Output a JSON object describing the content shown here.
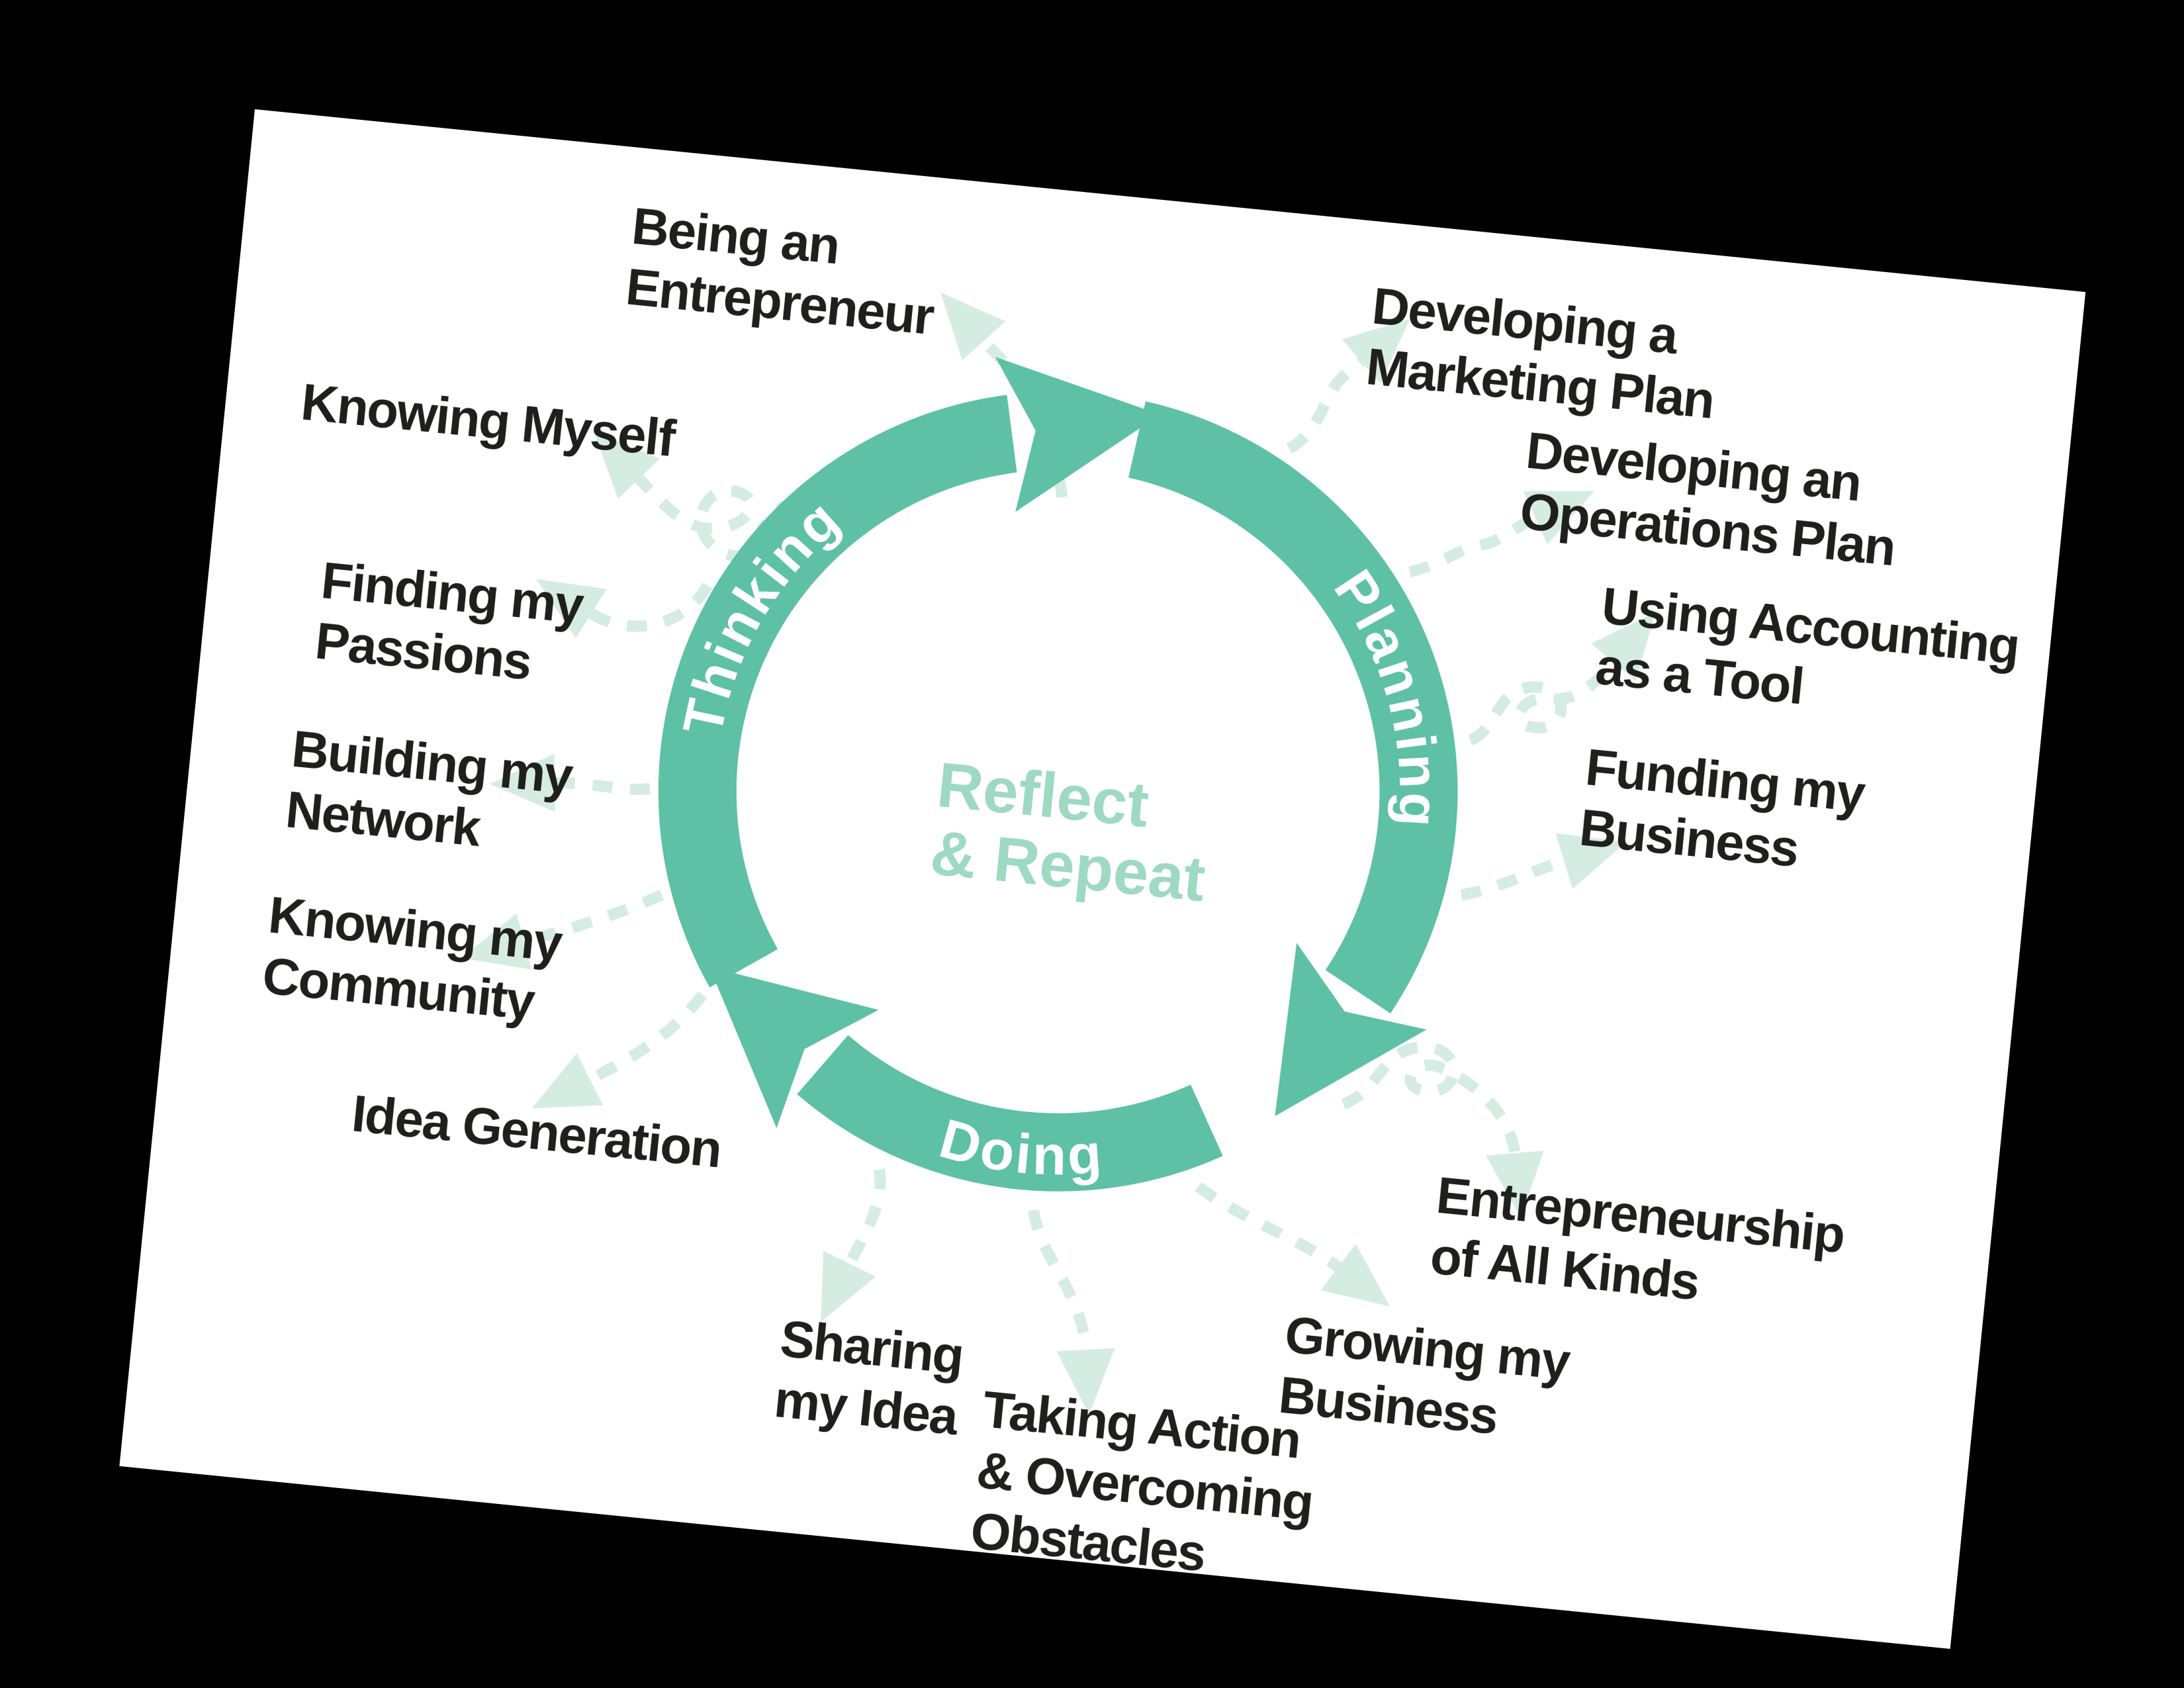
{
  "colors": {
    "backdrop": "#000000",
    "page": "#ffffff",
    "accent_teal": "#5ec0a5",
    "center_text_mint": "#9ed9c2",
    "dashed_arrow_mint": "#d5ece3",
    "handwriting_ink": "#1f1f1d",
    "arc_label_text": "#ffffff"
  },
  "center": {
    "label": "Reflect\n& Repeat"
  },
  "ring": {
    "segments": [
      {
        "label": "Thinking"
      },
      {
        "label": "Planning"
      },
      {
        "label": "Doing"
      }
    ]
  },
  "topics": [
    {
      "id": "being-an-entrepreneur",
      "label": "Being an\nEntrepreneur"
    },
    {
      "id": "knowing-myself",
      "label": "Knowing Myself"
    },
    {
      "id": "finding-my-passions",
      "label": "Finding my\nPassions"
    },
    {
      "id": "building-my-network",
      "label": "Building my\nNetwork"
    },
    {
      "id": "knowing-my-community",
      "label": "Knowing my\nCommunity"
    },
    {
      "id": "idea-generation",
      "label": "Idea Generation"
    },
    {
      "id": "sharing-my-idea",
      "label": "Sharing\nmy Idea"
    },
    {
      "id": "taking-action",
      "label": "Taking Action\n& Overcoming\nObstacles"
    },
    {
      "id": "growing-my-business",
      "label": "Growing my\nBusiness"
    },
    {
      "id": "entrepreneurship-all-kinds",
      "label": "Entrepreneurship\nof All Kinds"
    },
    {
      "id": "funding-my-business",
      "label": "Funding my\nBusiness"
    },
    {
      "id": "using-accounting",
      "label": "Using Accounting\nas a Tool"
    },
    {
      "id": "developing-operations-plan",
      "label": "Developing an\nOperations Plan"
    },
    {
      "id": "developing-marketing-plan",
      "label": "Developing a\nMarketing Plan"
    }
  ]
}
